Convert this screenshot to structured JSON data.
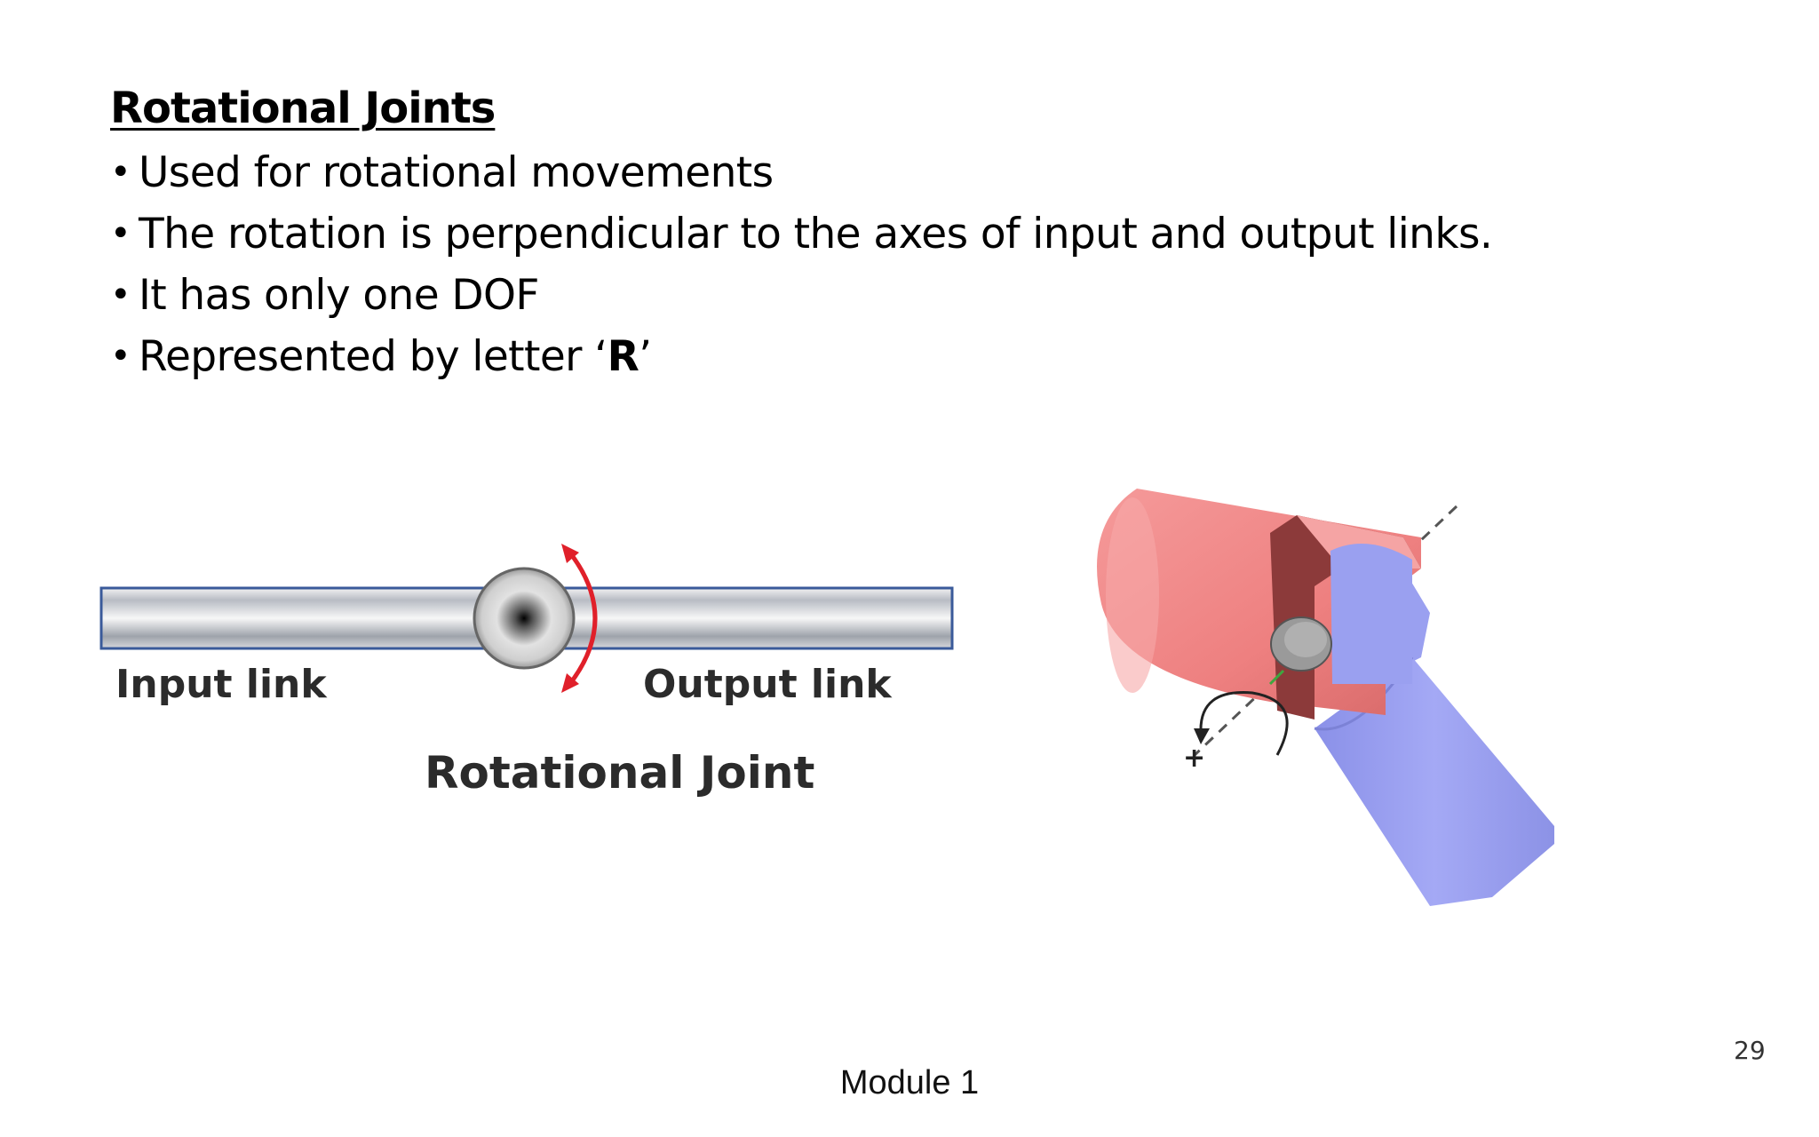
{
  "slide": {
    "title": "Rotational Joints",
    "bullets": [
      "Used for rotational movements",
      "The rotation is perpendicular to the axes of input and output links.",
      "It has only one DOF"
    ],
    "bullet_r_prefix": "Represented by letter ‘",
    "bullet_r_letter": "R",
    "bullet_r_suffix": "’",
    "bullet_symbol": "•"
  },
  "figure_left": {
    "input_label": "Input link",
    "output_label": "Output link",
    "caption": "Rotational Joint",
    "arrow_color": "#e0202a",
    "link_border_color": "#3a5a9a"
  },
  "figure_right": {
    "upper_link_color": "#f08c8c",
    "lower_link_color": "#9aa0f0",
    "plus_sign": "+"
  },
  "footer": {
    "module": "Module 1",
    "page": "29"
  }
}
